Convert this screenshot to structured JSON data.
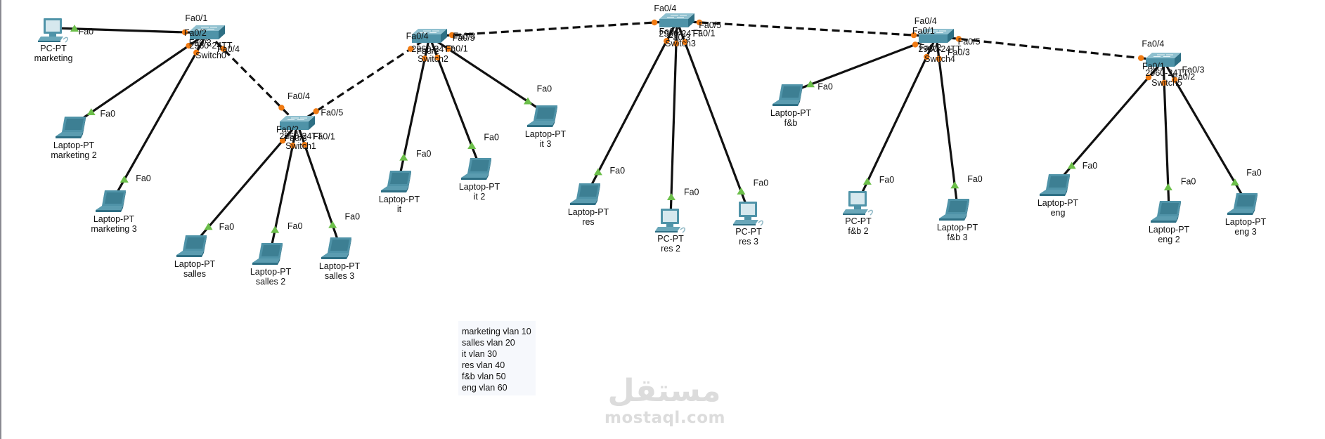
{
  "workspace": {
    "title": "Packet Tracer logical workspace",
    "colors": {
      "link": "#111111",
      "link_up_marker": "#6cbf4a",
      "link_switch_marker": "#f07a12",
      "switch_top": "#8fc0cf",
      "switch_front": "#4f93a8",
      "switch_side": "#2e6f84",
      "device_body": "#4f93a8",
      "screen": "#d6e8ee"
    }
  },
  "devices": [
    {
      "id": "sw0",
      "kind": "switch",
      "model": "2960-24TT",
      "name": "Switch0"
    },
    {
      "id": "sw1",
      "kind": "switch",
      "model": "2960-24TT",
      "name": "Switch1"
    },
    {
      "id": "sw2",
      "kind": "switch",
      "model": "2960-24TT",
      "name": "Switch2"
    },
    {
      "id": "sw3",
      "kind": "switch",
      "model": "2960-24TT",
      "name": "Switch3"
    },
    {
      "id": "sw4",
      "kind": "switch",
      "model": "2960-24TT",
      "name": "Switch4"
    },
    {
      "id": "sw5",
      "kind": "switch",
      "model": "2960-24TT",
      "name": "Switch5"
    },
    {
      "id": "pc_marketing",
      "kind": "pc",
      "model": "PC-PT",
      "name": "marketing"
    },
    {
      "id": "lap_marketing2",
      "kind": "laptop",
      "model": "Laptop-PT",
      "name": "marketing 2"
    },
    {
      "id": "lap_marketing3",
      "kind": "laptop",
      "model": "Laptop-PT",
      "name": "marketing 3"
    },
    {
      "id": "lap_salles",
      "kind": "laptop",
      "model": "Laptop-PT",
      "name": "salles"
    },
    {
      "id": "lap_salles2",
      "kind": "laptop",
      "model": "Laptop-PT",
      "name": "salles 2"
    },
    {
      "id": "lap_salles3",
      "kind": "laptop",
      "model": "Laptop-PT",
      "name": "salles 3"
    },
    {
      "id": "lap_it",
      "kind": "laptop",
      "model": "Laptop-PT",
      "name": "it"
    },
    {
      "id": "lap_it2",
      "kind": "laptop",
      "model": "Laptop-PT",
      "name": "it 2"
    },
    {
      "id": "lap_it3",
      "kind": "laptop",
      "model": "Laptop-PT",
      "name": "it 3"
    },
    {
      "id": "lap_res",
      "kind": "laptop",
      "model": "Laptop-PT",
      "name": "res"
    },
    {
      "id": "pc_res2",
      "kind": "pc",
      "model": "PC-PT",
      "name": "res 2"
    },
    {
      "id": "pc_res3",
      "kind": "pc",
      "model": "PC-PT",
      "name": "res 3"
    },
    {
      "id": "lap_fb",
      "kind": "laptop",
      "model": "Laptop-PT",
      "name": "f&b"
    },
    {
      "id": "pc_fb2",
      "kind": "pc",
      "model": "PC-PT",
      "name": "f&b 2"
    },
    {
      "id": "lap_fb3",
      "kind": "laptop",
      "model": "Laptop-PT",
      "name": "f&b 3"
    },
    {
      "id": "lap_eng",
      "kind": "laptop",
      "model": "Laptop-PT",
      "name": "eng"
    },
    {
      "id": "lap_eng2",
      "kind": "laptop",
      "model": "Laptop-PT",
      "name": "eng 2"
    },
    {
      "id": "lap_eng3",
      "kind": "laptop",
      "model": "Laptop-PT",
      "name": "eng 3"
    }
  ],
  "links": [
    {
      "type": "straight",
      "a": "pc_marketing",
      "a_port": "Fa0",
      "b": "sw0",
      "b_port": "Fa0/1"
    },
    {
      "type": "straight",
      "a": "lap_marketing2",
      "a_port": "Fa0",
      "b": "sw0",
      "b_port": "Fa0/2"
    },
    {
      "type": "straight",
      "a": "lap_marketing3",
      "a_port": "Fa0",
      "b": "sw0",
      "b_port": "Fa0/3"
    },
    {
      "type": "crossover",
      "a": "sw0",
      "a_port": "Fa0/4",
      "b": "sw1",
      "b_port": "Fa0/4"
    },
    {
      "type": "straight",
      "a": "lap_salles",
      "a_port": "Fa0",
      "b": "sw1",
      "b_port": "Fa0/2"
    },
    {
      "type": "straight",
      "a": "lap_salles2",
      "a_port": "Fa0",
      "b": "sw1",
      "b_port": "Fa0/3"
    },
    {
      "type": "straight",
      "a": "lap_salles3",
      "a_port": "Fa0",
      "b": "sw1",
      "b_port": "Fa0/1"
    },
    {
      "type": "crossover",
      "a": "sw1",
      "a_port": "Fa0/5",
      "b": "sw2",
      "b_port": "Fa0/4"
    },
    {
      "type": "straight",
      "a": "lap_it",
      "a_port": "Fa0",
      "b": "sw2",
      "b_port": "Fa0/2"
    },
    {
      "type": "straight",
      "a": "lap_it2",
      "a_port": "Fa0",
      "b": "sw2",
      "b_port": "Fa0/1"
    },
    {
      "type": "straight",
      "a": "lap_it3",
      "a_port": "Fa0",
      "b": "sw2",
      "b_port": "Fa0/3"
    },
    {
      "type": "crossover",
      "a": "sw2",
      "a_port": "Fa0/5",
      "b": "sw3",
      "b_port": "Fa0/4"
    },
    {
      "type": "straight",
      "a": "lap_res",
      "a_port": "Fa0",
      "b": "sw3",
      "b_port": "Fa0/2"
    },
    {
      "type": "straight",
      "a": "pc_res2",
      "a_port": "Fa0",
      "b": "sw3",
      "b_port": "Fa0/3"
    },
    {
      "type": "straight",
      "a": "pc_res3",
      "a_port": "Fa0",
      "b": "sw3",
      "b_port": "Fa0/1"
    },
    {
      "type": "crossover",
      "a": "sw3",
      "a_port": "Fa0/5",
      "b": "sw4",
      "b_port": "Fa0/4"
    },
    {
      "type": "straight",
      "a": "lap_fb",
      "a_port": "Fa0",
      "b": "sw4",
      "b_port": "Fa0/1"
    },
    {
      "type": "straight",
      "a": "pc_fb2",
      "a_port": "Fa0",
      "b": "sw4",
      "b_port": "Fa0/2"
    },
    {
      "type": "straight",
      "a": "lap_fb3",
      "a_port": "Fa0",
      "b": "sw4",
      "b_port": "Fa0/3"
    },
    {
      "type": "crossover",
      "a": "sw4",
      "a_port": "Fa0/5",
      "b": "sw5",
      "b_port": "Fa0/4"
    },
    {
      "type": "straight",
      "a": "lap_eng",
      "a_port": "Fa0",
      "b": "sw5",
      "b_port": "Fa0/1"
    },
    {
      "type": "straight",
      "a": "lap_eng2",
      "a_port": "Fa0",
      "b": "sw5",
      "b_port": "Fa0/2"
    },
    {
      "type": "straight",
      "a": "lap_eng3",
      "a_port": "Fa0",
      "b": "sw5",
      "b_port": "Fa0/3"
    }
  ],
  "note": {
    "lines": [
      "marketing vlan 10",
      "salles vlan 20",
      "it vlan 30",
      "res vlan 40",
      "f&b vlan 50",
      "eng vlan 60"
    ]
  },
  "watermark": {
    "arabic": "مستقل",
    "latin": "mostaql.com"
  }
}
